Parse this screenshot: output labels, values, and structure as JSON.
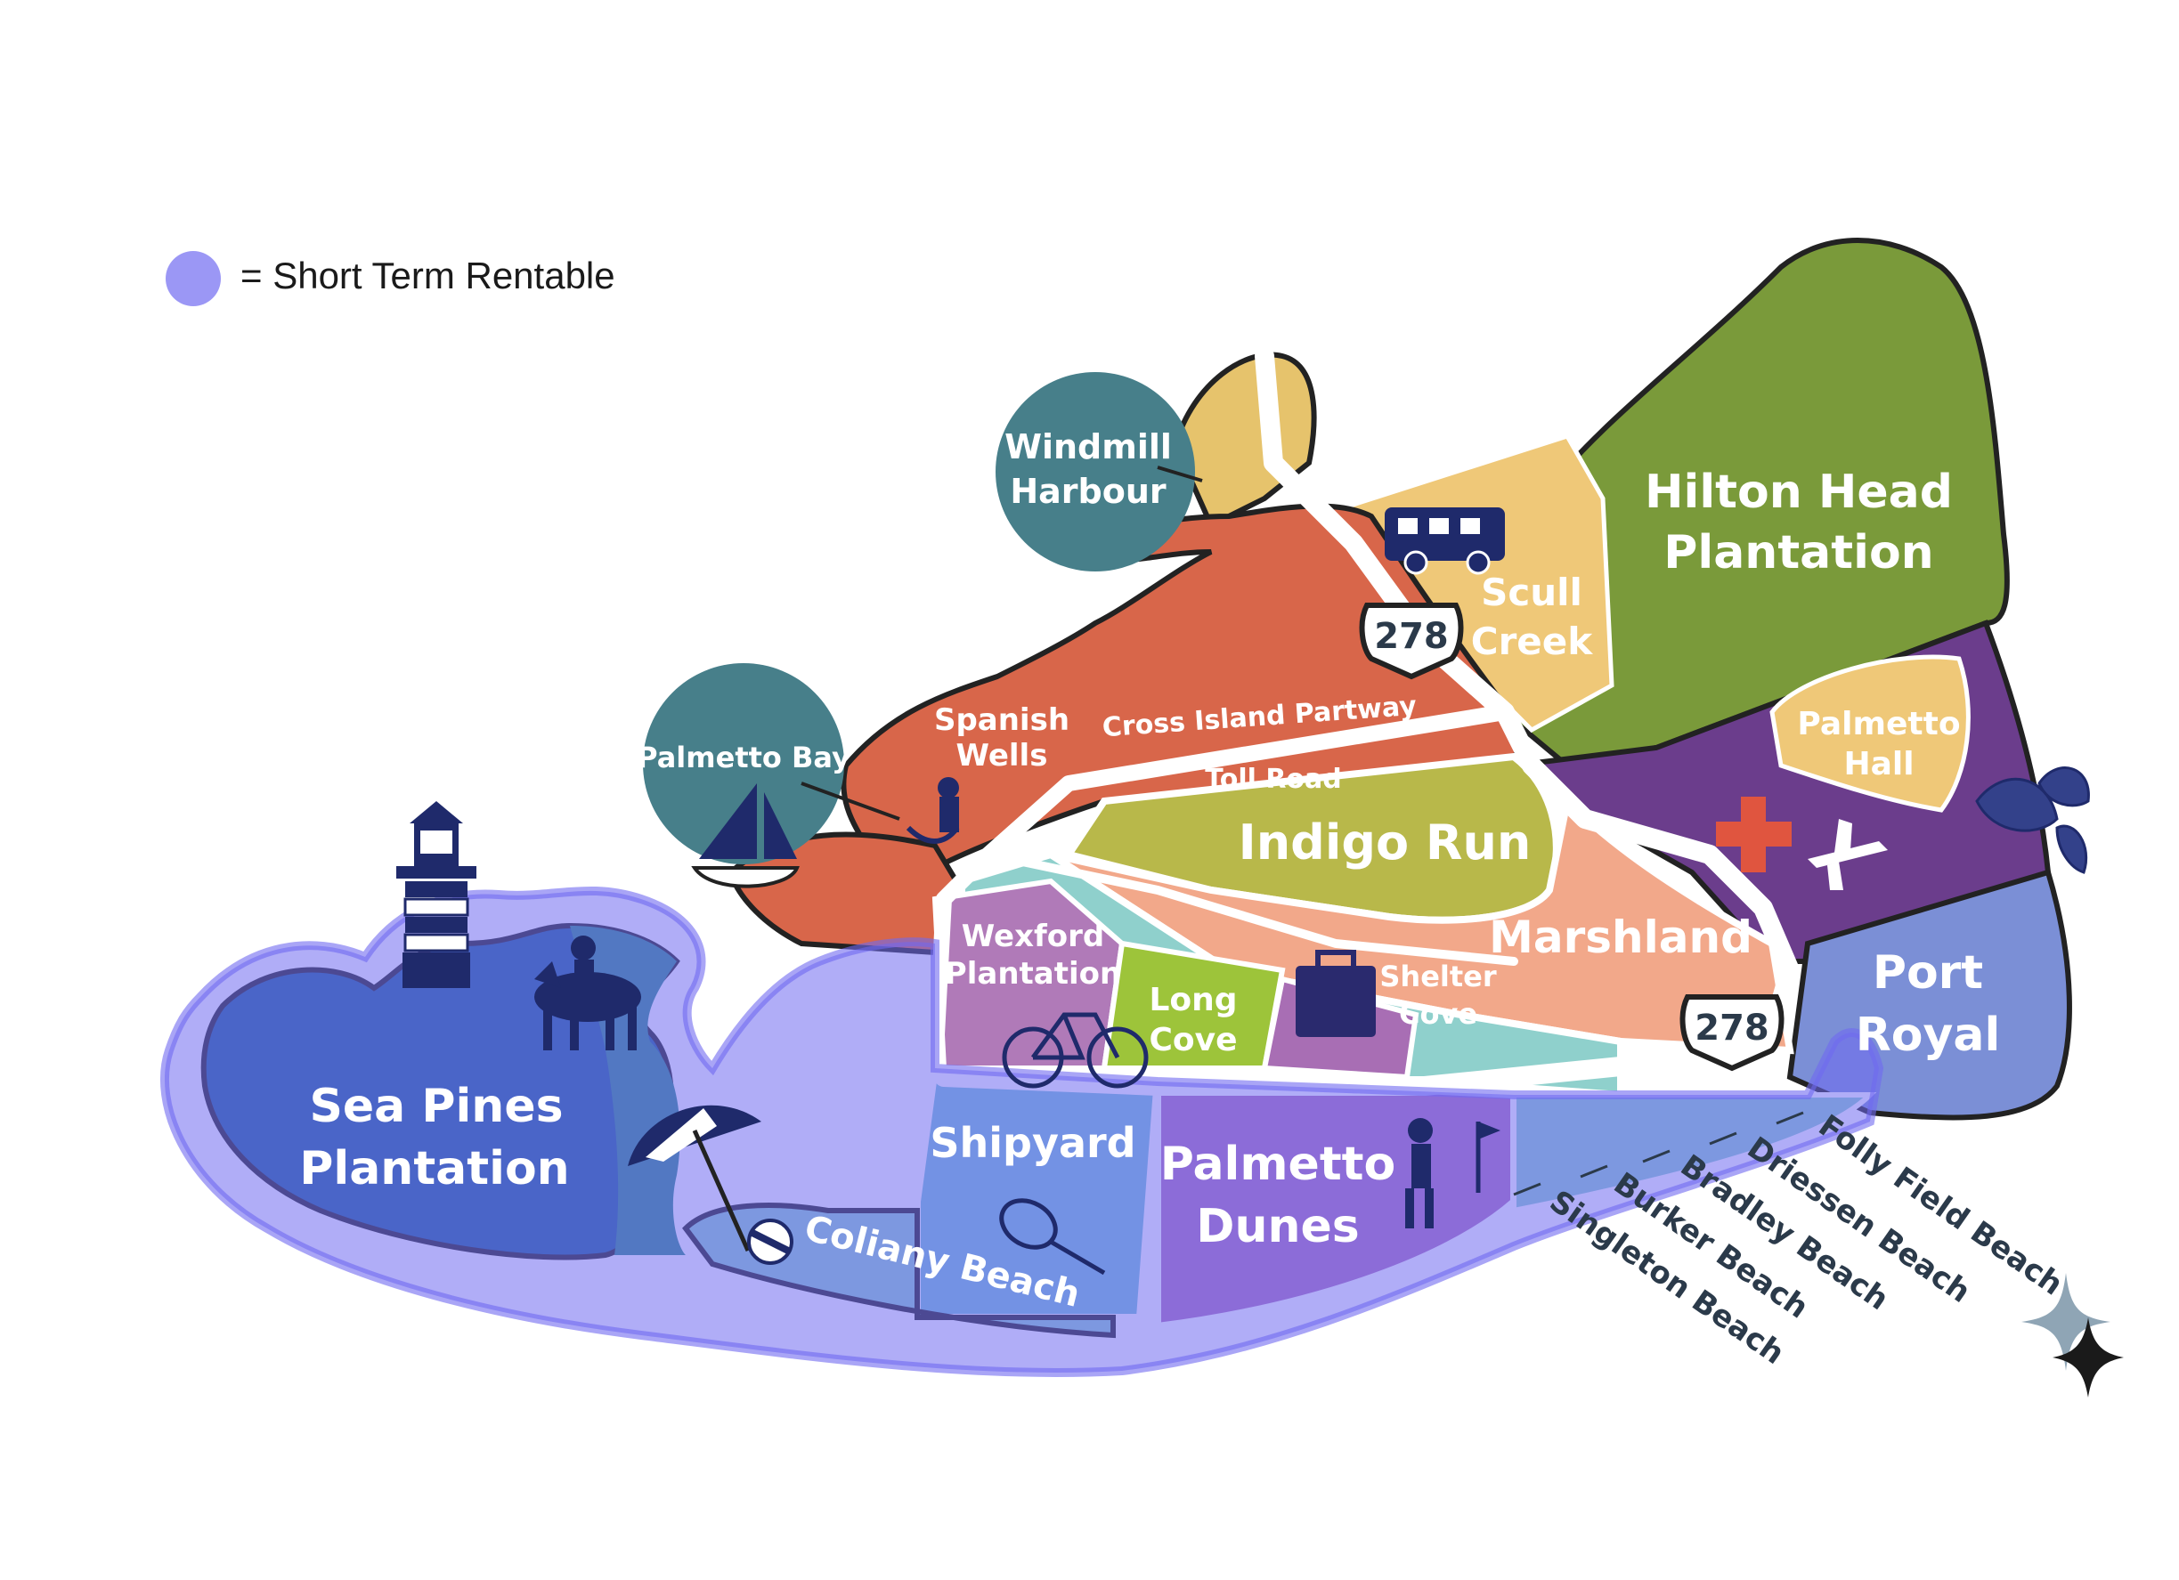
{
  "legend": {
    "label": "= Short Term Rentable",
    "color": "#9b97f5"
  },
  "colors": {
    "highlight": "#6f69f0",
    "sea_pines": "#1e5f97",
    "indigo_run": "#b8b84a",
    "marshland": "#f2a88a",
    "spanish_wells": "#d8664a",
    "hilton_head": "#7a9a3a",
    "palmetto_hall": "#efc878",
    "purple": "#6b3d8c",
    "port_royal": "#7b8fd6",
    "shipyard": "#78c4d4",
    "palmetto_dunes": "#b06fba",
    "teal_circle": "#477f8a",
    "long_cove": "#9dc43a",
    "wexford": "#b07ab8",
    "shelter": "#8fd0cc"
  },
  "route": "278",
  "regions": {
    "sea_pines": [
      "Sea Pines",
      "Plantation"
    ],
    "hilton_head": [
      "Hilton Head",
      "Plantation"
    ],
    "indigo_run": "Indigo Run",
    "marshland": "Marshland",
    "port_royal": [
      "Port",
      "Royal"
    ],
    "palmetto_hall": [
      "Palmetto",
      "Hall"
    ],
    "scull_creek": [
      "Scull",
      "Creek"
    ],
    "spanish_wells": [
      "Spanish",
      "Wells"
    ],
    "cross_island": "Cross Island Partway",
    "toll_road": "Toll Road",
    "wexford": [
      "Wexford",
      "Plantation"
    ],
    "long_cove": [
      "Long",
      "Cove"
    ],
    "shelter_cove": [
      "Shelter",
      "Cove"
    ],
    "shipyard": "Shipyard",
    "palmetto_dunes": [
      "Palmetto",
      "Dunes"
    ],
    "coligny": "Coliany Beach",
    "windmill": [
      "Windmill",
      "Harbour"
    ],
    "palmetto_bay": "Palmetto Bay"
  },
  "beaches": [
    "Folly Field Beach",
    "Driessen Beach",
    "Bradley Beach",
    "Burker Beach",
    "Singleton Beach"
  ],
  "icons": [
    "lighthouse-icon",
    "horse-rider-icon",
    "beach-umbrella-icon",
    "beach-ball-icon",
    "sailboat-icon",
    "fisherman-icon",
    "rv-icon",
    "hospital-cross-icon",
    "airplane-icon",
    "seashell-icon",
    "bicycle-icon",
    "briefcase-icon",
    "tennis-racket-icon",
    "golfer-icon",
    "sparkle-icon"
  ]
}
